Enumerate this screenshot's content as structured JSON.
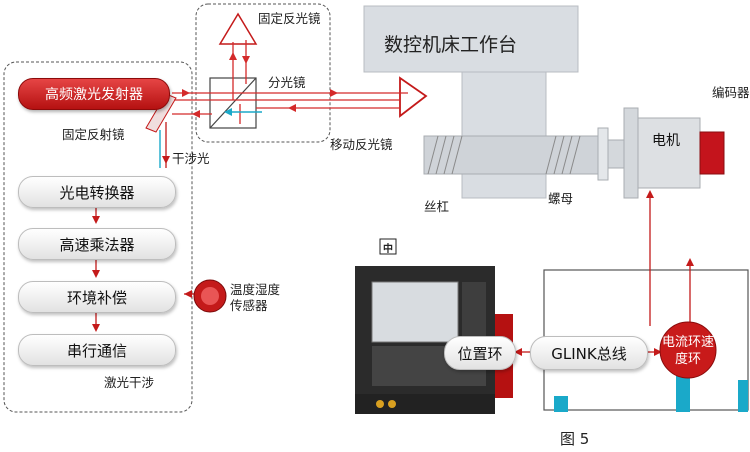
{
  "labels": {
    "fixed_reflector_top": "固定反光镜",
    "beam_splitter": "分光镜",
    "laser_emitter": "高频激光发射器",
    "fixed_reflector_left": "固定反射镜",
    "interference_light": "干涉光",
    "worktable": "数控机床工作台",
    "moving_reflector": "移动反光镜",
    "lead_screw": "丝杠",
    "nut": "螺母",
    "motor": "电机",
    "encoder": "编码器",
    "photoelectric_converter": "光电转换器",
    "high_speed_multiplier": "高速乘法器",
    "environment_compensation": "环境补偿",
    "serial_communication": "串行通信",
    "temp_humidity_sensor": "温度湿度传感器",
    "laser_interference": "激光干涉",
    "zhong_badge": "中",
    "position_loop": "位置环",
    "glink_bus": "GLINK总线",
    "current_speed_loop": "电流环速度环",
    "figure_caption": "图 5"
  },
  "colors": {
    "laser_red": "#d42a2a",
    "return_cyan": "#1aa9c9",
    "dark_red": "#b51111",
    "frame_gray": "#d9dde2"
  }
}
